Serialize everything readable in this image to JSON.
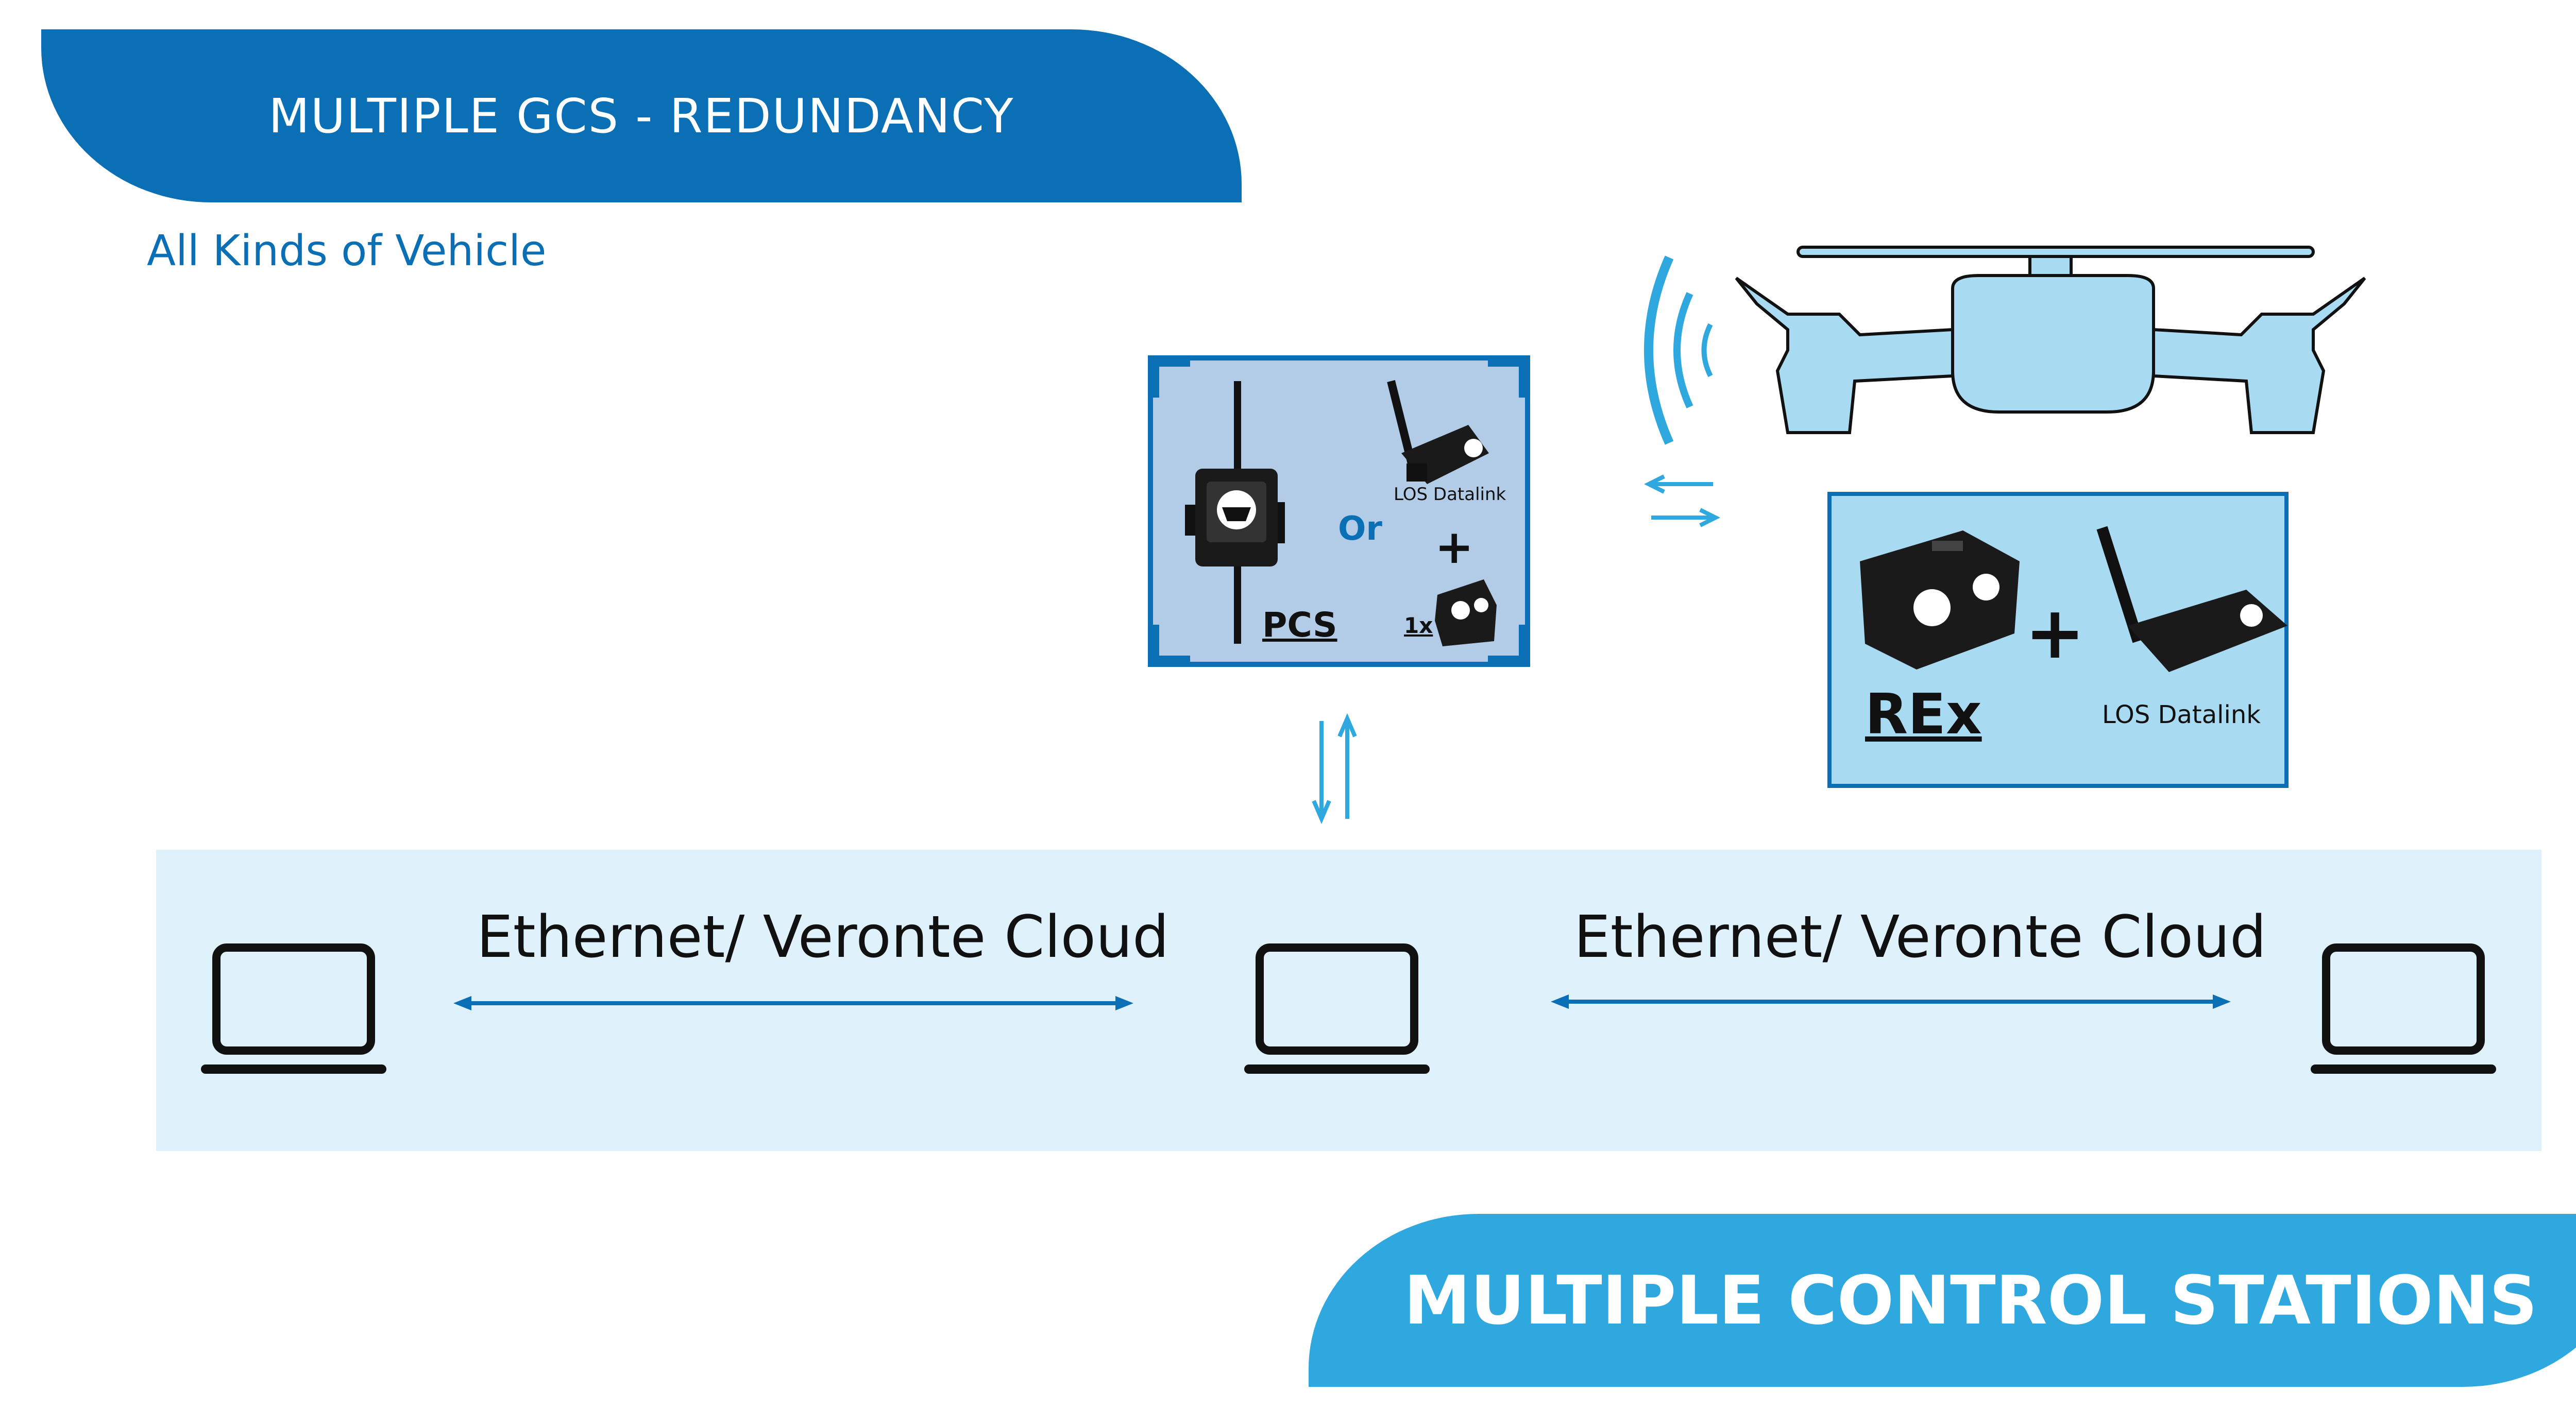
{
  "header": {
    "title": "MULTIPLE GCS - REDUNDANCY",
    "subtitle": "All Kinds of Vehicle",
    "color": "#0a6fb5"
  },
  "footer": {
    "title": "MULTIPLE CONTROL STATIONS",
    "color": "#2fa8e0"
  },
  "pcs": {
    "label": "PCS",
    "or_label": "Or",
    "plus": "+",
    "count_label": "1x",
    "datalink_label": "LOS Datalink"
  },
  "rex": {
    "label": "REx",
    "plus": "+",
    "datalink_label": "LOS Datalink"
  },
  "network": {
    "left_link_label": "Ethernet/ Veronte Cloud",
    "right_link_label": "Ethernet/ Veronte Cloud",
    "panel_color": "#dff1fb"
  },
  "icons": [
    "laptop-icon",
    "drone-icon",
    "wireless-signal-icon",
    "antenna-device-icon",
    "autopilot-module-icon"
  ]
}
